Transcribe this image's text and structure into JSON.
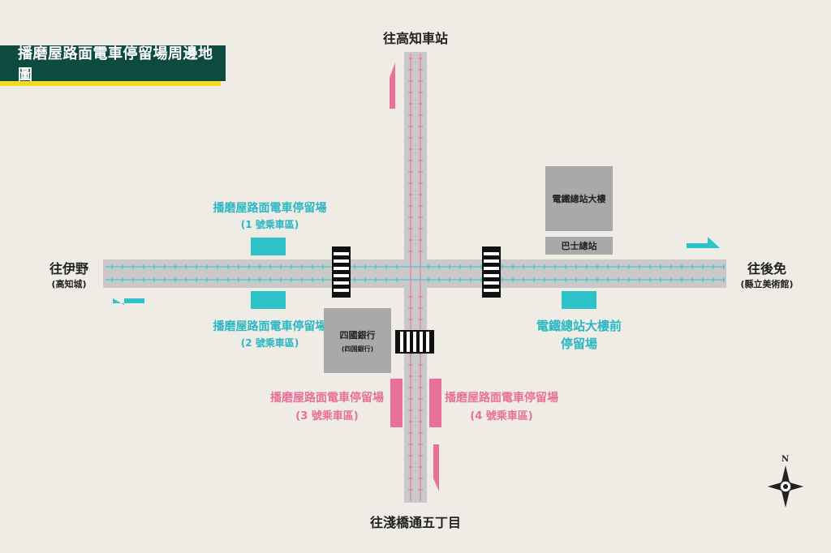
{
  "title": "播磨屋路面電車停留場周邊地圖",
  "directions": {
    "north": "往高知車站",
    "south": "往淺橋通五丁目",
    "west": {
      "name": "往伊野",
      "sub": "(高知城)"
    },
    "east": {
      "name": "往後免",
      "sub": "(縣立美術館)"
    }
  },
  "stops": {
    "stop1": {
      "name": "播磨屋路面電車停留場",
      "sub": "(1 號乘車區)"
    },
    "stop2": {
      "name": "播磨屋路面電車停留場",
      "sub": "(2 號乘車區)"
    },
    "stop3": {
      "name": "播磨屋路面電車停留場",
      "sub": "(3 號乘車區)"
    },
    "stop4": {
      "name": "播磨屋路面電車停留場",
      "sub": "(4 號乘車區)"
    },
    "stop_station": {
      "line1": "電鐵總站大樓前",
      "line2": "停留場"
    }
  },
  "buildings": {
    "dentetsu": "電鐵總站大樓",
    "bus_terminal": "巴士總站",
    "shikoku_bank": {
      "name": "四國銀行",
      "sub": "(四国銀行)"
    }
  },
  "compass": {
    "label": "N"
  },
  "colors": {
    "banner": "#0d4a3f",
    "underline": "#f2da1e",
    "cyan": "#2ec3c9",
    "pink": "#e8709a",
    "road": "#c9c9c9",
    "building": "#a9a9a9"
  }
}
